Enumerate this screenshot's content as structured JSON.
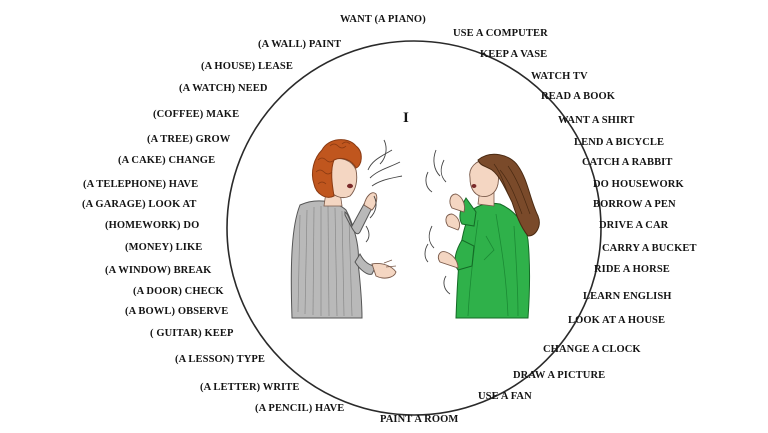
{
  "center_label": "I",
  "colors": {
    "circle": "#2a2a2a",
    "woman_left_hair": "#c0561e",
    "woman_left_sweater": "#b9b9b9",
    "woman_right_hair": "#7a4a2a",
    "woman_right_blouse": "#2fb14a",
    "skin": "#f4d6c2"
  },
  "labels_left": [
    "WANT (A PIANO)",
    "(A WALL) PAINT",
    "(A HOUSE) LEASE",
    "(A WATCH) NEED",
    "(COFFEE) MAKE",
    "(A TREE) GROW",
    "(A CAKE) CHANGE",
    "(A TELEPHONE) HAVE",
    "(A GARAGE) LOOK AT",
    "(HOMEWORK) DO",
    "(MONEY) LIKE",
    "(A WINDOW) BREAK",
    "(A DOOR) CHECK",
    "(A BOWL) OBSERVE",
    "( GUITAR) KEEP",
    "(A LESSON) TYPE",
    "(A LETTER) WRITE",
    "(A PENCIL) HAVE"
  ],
  "labels_right": [
    "USE A COMPUTER",
    "KEEP A VASE",
    "WATCH TV",
    "READ A BOOK",
    "WANT A SHIRT",
    "LEND A BICYCLE",
    "CATCH A RABBIT",
    "DO HOUSEWORK",
    "BORROW A PEN",
    "DRIVE A CAR",
    "CARRY A BUCKET",
    "RIDE A HORSE",
    "LEARN ENGLISH",
    "LOOK AT A HOUSE",
    "CHANGE A CLOCK",
    "DRAW A PICTURE",
    "USE A FAN",
    "PAINT A ROOM"
  ]
}
